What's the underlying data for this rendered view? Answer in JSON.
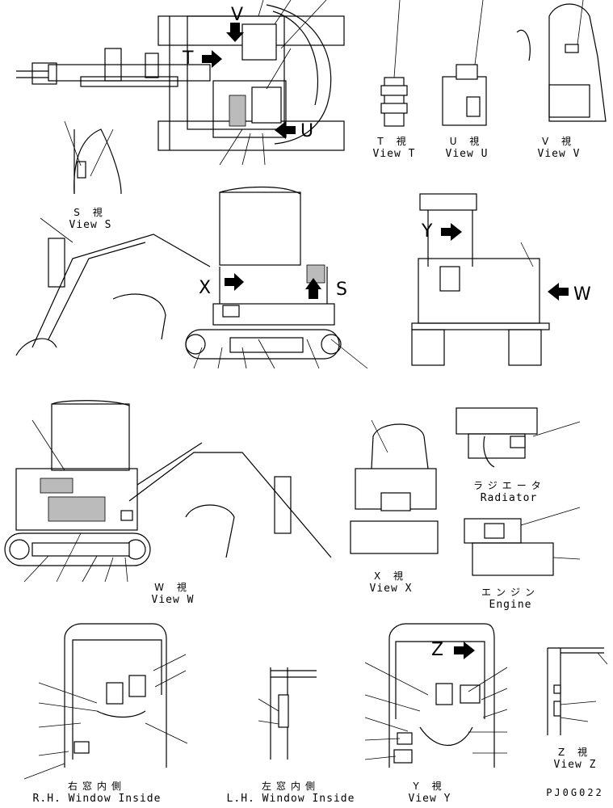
{
  "views": {
    "t": {
      "jp": "T 視",
      "en": "View T"
    },
    "u": {
      "jp": "U 視",
      "en": "View U"
    },
    "v": {
      "jp": "V 視",
      "en": "View V"
    },
    "s": {
      "jp": "S 視",
      "en": "View S"
    },
    "w": {
      "jp": "W 視",
      "en": "View W"
    },
    "x": {
      "jp": "X 視",
      "en": "View X"
    },
    "y": {
      "jp": "Y 視",
      "en": "View Y"
    },
    "z": {
      "jp": "Z 視",
      "en": "View Z"
    },
    "radiator": {
      "jp": "ラジエータ",
      "en": "Radiator"
    },
    "engine": {
      "jp": "エンジン",
      "en": "Engine"
    },
    "rh_window": {
      "jp": "右窓内側",
      "en": "R.H. Window Inside"
    },
    "lh_window": {
      "jp": "左窓内側",
      "en": "L.H. Window Inside"
    }
  },
  "arrow_letters": {
    "t": "T",
    "u": "U",
    "v": "V",
    "s": "S",
    "x": "X",
    "y": "Y",
    "w": "W",
    "z": "Z"
  },
  "drawing_code": "PJ0G022",
  "colors": {
    "ink": "#000000",
    "paper": "#ffffff"
  }
}
